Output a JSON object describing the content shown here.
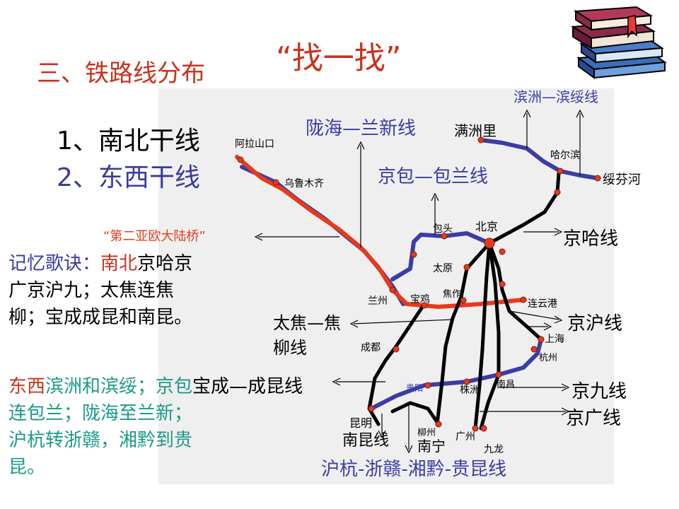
{
  "header": {
    "title": "三、铁路线分布",
    "subtitle": "“找一找”"
  },
  "categories": {
    "item1": "1、南北干线",
    "item2": "2、东西干线"
  },
  "mnemonic": {
    "label": "记忆歌诀：",
    "ns_word": "南北",
    "ns_text": "京哈京广京沪九；太焦连焦柳；宝成成昆和南昆。",
    "ew_word": "东西",
    "ew_text": "滨洲和滨绥；京包连包兰；陇海至兰新；沪杭转浙赣，湘黔到贵昆。"
  },
  "map": {
    "line_labels": {
      "binzhou_binsui": "滨洲—滨绥线",
      "longhai_lanxin": "陇海—兰新线",
      "jingbao_baolan": "京包—包兰线",
      "eurasia_bridge": "“第二亚欧大陆桥”",
      "jingha": "京哈线",
      "jinghu": "京沪线",
      "taijiao_1": "太焦—焦",
      "taijiao_2": "柳线",
      "baocheng_chengkun": "宝成—成昆线",
      "jingjiu": "京九线",
      "jingguang": "京广线",
      "nankun": "南昆线",
      "huhang_chain": "沪杭-浙赣-湘黔-贵昆线"
    },
    "cities": {
      "alashankou": "阿拉山口",
      "urumqi": "乌鲁木齐",
      "manzhouli": "满洲里",
      "harbin": "哈尔滨",
      "suifenhe": "绥芬河",
      "baotou": "包头",
      "beijing": "北京",
      "taiyuan": "太原",
      "jiaozuo": "焦作",
      "lanzhou": "兰州",
      "baoji": "宝鸡",
      "lianyungang": "连云港",
      "shanghai": "上海",
      "hangzhou": "杭州",
      "chengdu": "成都",
      "guiyang": "贵阳",
      "zhuzhou": "株洲",
      "nanchang": "南昌",
      "kunming": "昆明",
      "liuzhou": "柳州",
      "nanning": "南宁",
      "guangzhou": "广州",
      "jiulong": "九龙"
    }
  },
  "colors": {
    "title": "#c8321e",
    "blue_line": "#3c3ca8",
    "red_line": "#e83a1a",
    "black_line": "#000000",
    "teal_text": "#1a9a8a"
  }
}
